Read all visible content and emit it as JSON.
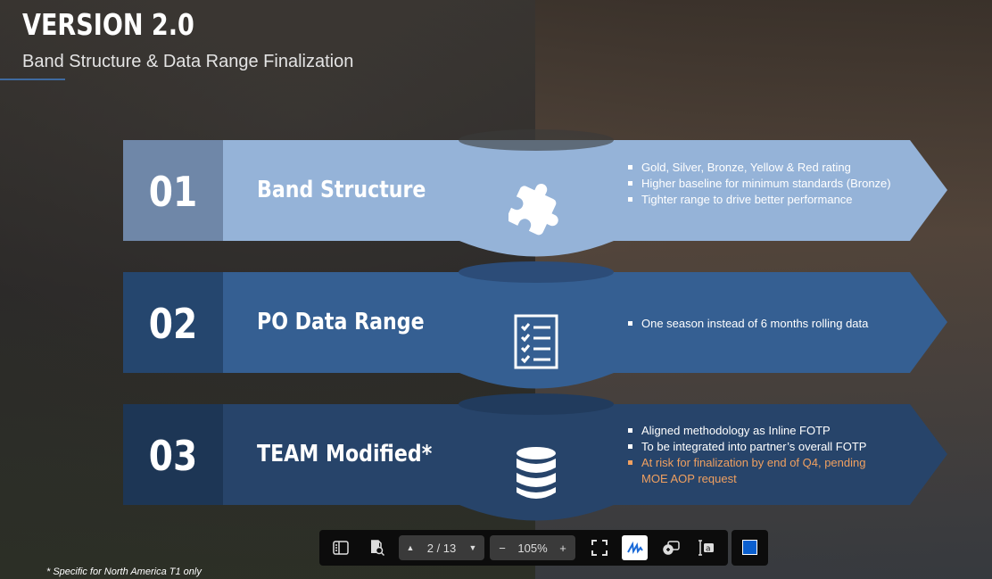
{
  "title": "VERSION 2.0",
  "subtitle": "Band Structure & Data Range Finalization",
  "rows": [
    {
      "number": "01",
      "heading": "Band Structure",
      "icon": "puzzle-icon",
      "bullets": [
        "Gold, Silver, Bronze, Yellow & Red rating",
        "Higher baseline for minimum standards (Bronze)",
        "Tighter range to drive better performance"
      ]
    },
    {
      "number": "02",
      "heading": "PO Data Range",
      "icon": "checklist-icon",
      "bullets": [
        "One season instead of 6 months rolling data"
      ]
    },
    {
      "number": "03",
      "heading": "TEAM Modified*",
      "icon": "database-icon",
      "bullets": [
        "Aligned methodology as Inline FOTP",
        "To be integrated into partner’s overall FOTP"
      ],
      "risk_bullet": "At risk for finalization by end of Q4, pending MOE AOP request"
    }
  ],
  "footnote": "* Specific for North America T1 only",
  "toolbar": {
    "page": "2 / 13",
    "zoom": "105%"
  },
  "colors": {
    "row1": "#95b3d8",
    "row2": "#355f92",
    "row3": "#27446a",
    "risk": "#f0a060"
  }
}
